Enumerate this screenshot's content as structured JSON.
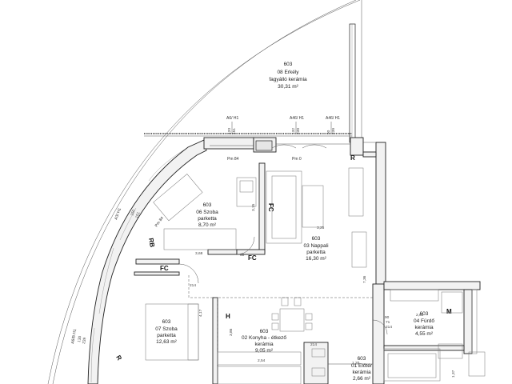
{
  "rooms": {
    "balcony": {
      "no": "603",
      "name": "08 Erkély",
      "floor": "fagyálló kerámia",
      "area": "30,31 m²"
    },
    "room6": {
      "no": "603",
      "name": "06 Szoba",
      "floor": "parketta",
      "area": "8,70 m²"
    },
    "living": {
      "no": "603",
      "name": "03 Nappali",
      "floor": "parketta",
      "area": "16,30 m²"
    },
    "room7": {
      "no": "603",
      "name": "07 Szoba",
      "floor": "parketta",
      "area": "12,63 m²"
    },
    "kitchen": {
      "no": "603",
      "name": "02 Konyha - étkező",
      "floor": "kerámia",
      "area": "9,05 m²"
    },
    "bath": {
      "no": "603",
      "name": "04 Fürdő",
      "floor": "kerámia",
      "area": "4,55 m²"
    },
    "hall": {
      "no": "603",
      "name": "01 Előtér",
      "floor": "kerámia",
      "area": "2,66 m²"
    }
  },
  "window_codes": {
    "w1": "A6/ H1",
    "w2": "A46/ H1",
    "w3": "A46/ H1",
    "w4": "A3/ H1",
    "w5": "A6/B H1"
  },
  "window_dims": {
    "w1a": "120",
    "w1b": "151",
    "w2a": "132",
    "w2b": "239",
    "w3a": "90",
    "w3b": "239",
    "w4a": "150",
    "w4b": "151",
    "w5a": "130",
    "w5b": "239"
  },
  "pm_labels": {
    "pm1": "Pm 84",
    "pm2": "Pm 0",
    "pm3": "Pm 84"
  },
  "symbols": {
    "r": "R",
    "fc": "FC",
    "rb": "RB",
    "h": "H",
    "m": "M"
  },
  "dims": {
    "d1": "3,15",
    "d2": "3,25",
    "d3": "3,68",
    "d4": "3,86",
    "d5": "4,17",
    "d6": "2,54",
    "d7": "7,36",
    "d8": "2,60",
    "d9": "1,20",
    "d10": "60",
    "d11": "214",
    "d12": "214",
    "d13": "1,37",
    "d14": "90",
    "d15": "71",
    "d16": "214"
  }
}
